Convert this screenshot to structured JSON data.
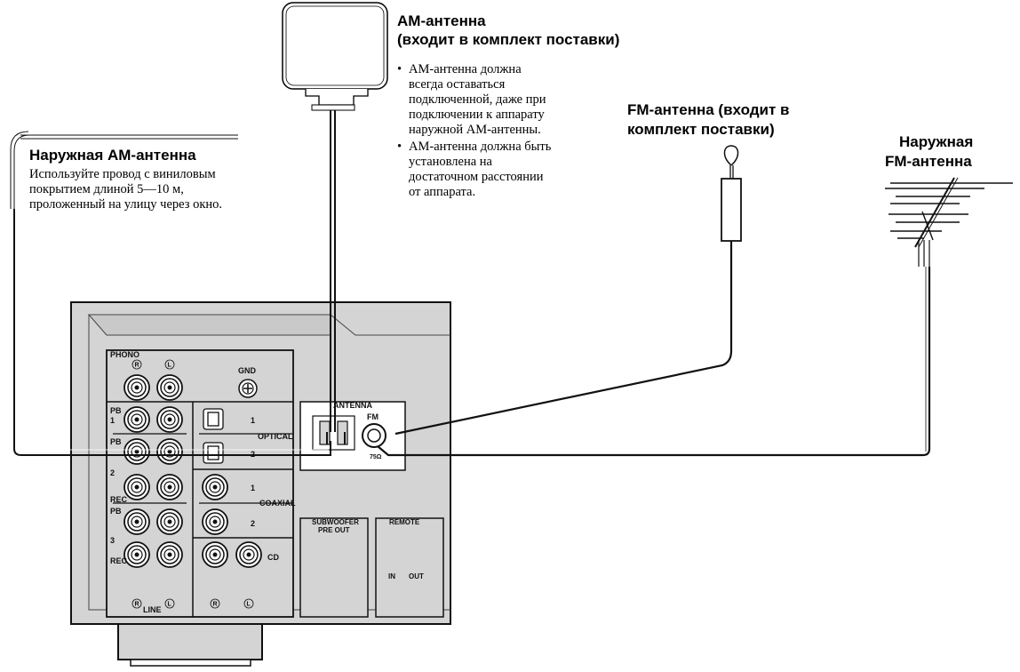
{
  "am_antenna": {
    "title_line1": "AM-антенна",
    "title_line2": "(входит в комплект поставки)",
    "bullets": [
      [
        "AM-антенна должна",
        "всегда оставаться",
        "подключенной, даже при",
        "подключении к аппарату",
        "наружной AM-антенны."
      ],
      [
        "AM-антенна должна быть",
        "установлена на",
        "достаточном расстоянии",
        "от аппарата."
      ]
    ]
  },
  "outdoor_am": {
    "title": "Наружная AM-антенна",
    "lines": [
      "Используйте провод с виниловым",
      "покрытием длиной 5—10 м,",
      "проложенный на улицу через окно."
    ]
  },
  "fm_antenna": {
    "title_line1": "FM-антенна (входит в",
    "title_line2": "комплект поставки)"
  },
  "outdoor_fm": {
    "title_line1": "Наружная",
    "title_line2": "FM-антенна"
  },
  "panel": {
    "phono": "PHONO",
    "gnd": "GND",
    "pb": "PB",
    "rec": "REC",
    "line": "LINE",
    "optical": "OPTICAL",
    "coaxial": "COAXIAL",
    "cd": "CD",
    "antenna": "ANTENNA",
    "fm": "FM",
    "ohm": "75Ω",
    "subwoofer_line1": "SUBWOOFER",
    "subwoofer_line2": "PRE OUT",
    "remote": "REMOTE",
    "in": "IN",
    "out": "OUT",
    "num1": "1",
    "num2": "2",
    "num3": "3",
    "r_mark": "R",
    "l_mark": "L"
  }
}
